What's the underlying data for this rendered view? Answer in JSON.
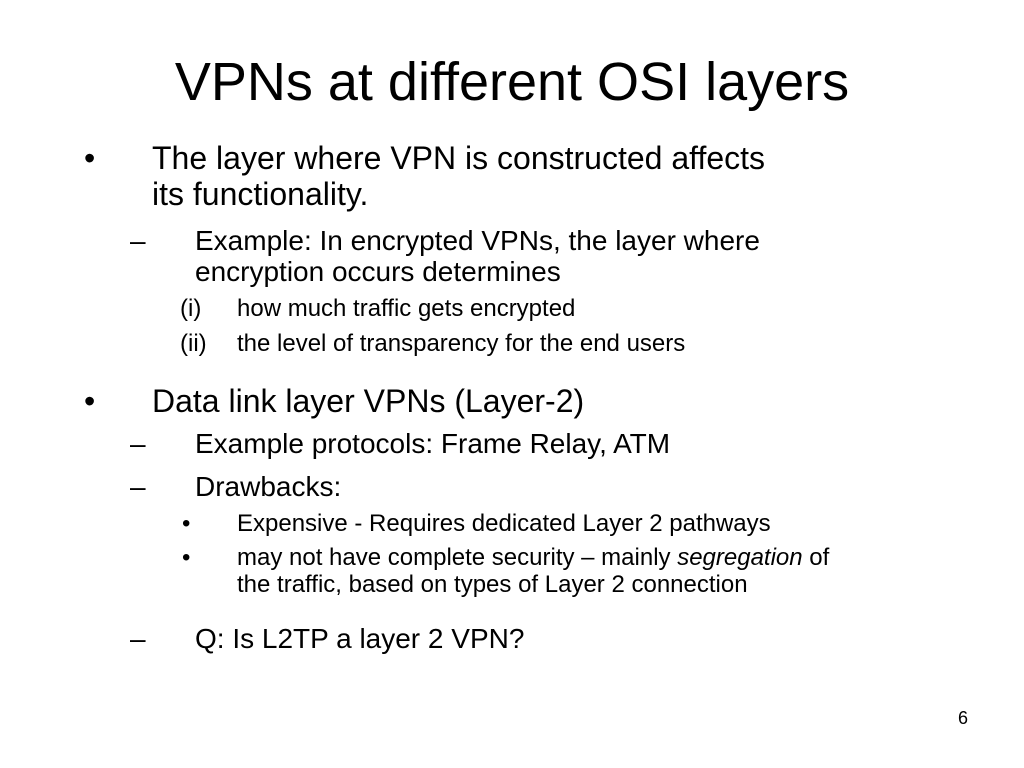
{
  "slide": {
    "title": "VPNs at different OSI layers",
    "page_number": "6",
    "bullets": [
      {
        "marker": "•",
        "line1": "The layer where VPN is constructed affects",
        "line2": "its functionality.",
        "sub": [
          {
            "marker": "–",
            "line1": "Example: In encrypted VPNs, the layer where",
            "line2": "encryption occurs determines",
            "items": [
              {
                "marker": "(i)",
                "text": "how much traffic gets encrypted"
              },
              {
                "marker": "(ii)",
                "text": "the level of transparency for the end users"
              }
            ]
          }
        ]
      },
      {
        "marker": "•",
        "line1": "Data link layer VPNs (Layer-2)",
        "sub": [
          {
            "marker": "–",
            "text": "Example protocols: Frame Relay, ATM"
          },
          {
            "marker": "–",
            "text": "Drawbacks:",
            "items": [
              {
                "marker": "•",
                "text": "Expensive - Requires dedicated Layer 2 pathways"
              },
              {
                "marker": "•",
                "text_before": "may not have complete security – mainly ",
                "text_emph": "segregation",
                "text_after": " of",
                "line2": "the traffic, based on types of Layer 2 connection"
              }
            ]
          },
          {
            "marker": "–",
            "text": "Q: Is L2TP a layer 2 VPN?"
          }
        ]
      }
    ]
  }
}
